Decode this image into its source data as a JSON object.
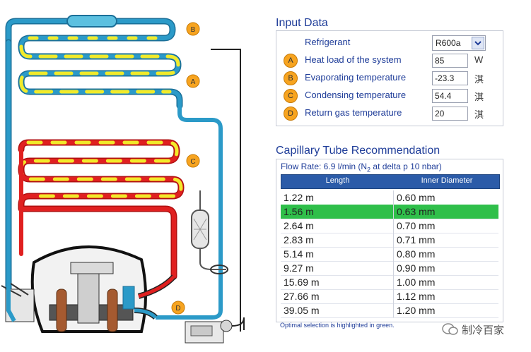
{
  "input_title": "Input Data",
  "inputs": [
    {
      "badge": "",
      "label": "Refrigerant",
      "value": "R600a",
      "unit": ""
    },
    {
      "badge": "A",
      "label": "Heat load of the system",
      "value": "85",
      "unit": "W"
    },
    {
      "badge": "B",
      "label": "Evaporating temperature",
      "value": "-23.3",
      "unit": "淇"
    },
    {
      "badge": "C",
      "label": "Condensing temperature",
      "value": "54.4",
      "unit": "淇"
    },
    {
      "badge": "D",
      "label": "Return gas temperature",
      "value": "20",
      "unit": "淇"
    }
  ],
  "cap_title": "Capillary Tube Recommendation",
  "flow_rate": {
    "prefix": "Flow Rate: 6.9 l/min (N",
    "sub": "2",
    "suffix": " at delta p 10 nbar)"
  },
  "table": {
    "headers": [
      "Length",
      "Inner Diameter"
    ],
    "rows": [
      [
        "1.22 m",
        "0.60 mm"
      ],
      [
        "1.56 m",
        "0.63 mm"
      ],
      [
        "2.64 m",
        "0.70 mm"
      ],
      [
        "2.83 m",
        "0.71 mm"
      ],
      [
        "5.14 m",
        "0.80 mm"
      ],
      [
        "9.27 m",
        "0.90 mm"
      ],
      [
        "15.69 m",
        "1.00 mm"
      ],
      [
        "27.66 m",
        "1.12 mm"
      ],
      [
        "39.05 m",
        "1.20 mm"
      ]
    ],
    "selected_index": 1
  },
  "note": "Optimal selection is highlighted in green.",
  "diagram_labels": {
    "b": "B",
    "a": "A",
    "c": "C",
    "d": "D"
  },
  "watermark": "制冷百家",
  "colors": {
    "accent": "#1f3d99",
    "header": "#2b5ba8",
    "selected": "#2fbf4a",
    "badge": "#f7a420",
    "pipe_cold": "#2b9ac8",
    "pipe_hot": "#e02020",
    "stripe": "#f2ea2a"
  }
}
